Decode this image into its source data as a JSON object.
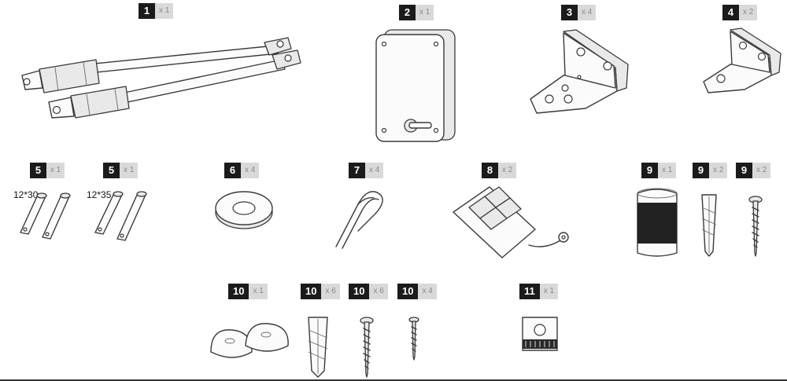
{
  "parts": [
    {
      "num": "1",
      "qty": "x 1",
      "name": "actuator arms"
    },
    {
      "num": "2",
      "qty": "x 1",
      "name": "control box"
    },
    {
      "num": "3",
      "qty": "x 4",
      "name": "large bracket"
    },
    {
      "num": "4",
      "qty": "x 2",
      "name": "small bracket"
    },
    {
      "num": "5",
      "qty": "x 1",
      "dimension": "12*30"
    },
    {
      "num": "5",
      "qty": "x 1",
      "dimension": "12*35"
    },
    {
      "num": "6",
      "qty": "x 4",
      "name": "washer"
    },
    {
      "num": "7",
      "qty": "x 4",
      "name": "hairpin clip"
    },
    {
      "num": "8",
      "qty": "x 2",
      "name": "remote control"
    },
    {
      "num": "9",
      "qty": "x 1",
      "name": "warning lamp"
    },
    {
      "num": "9",
      "qty": "x 2",
      "name": "wall plug"
    },
    {
      "num": "9",
      "qty": "x 2",
      "name": "screw"
    },
    {
      "num": "10",
      "qty": "x 1",
      "name": "stoppers"
    },
    {
      "num": "10",
      "qty": "x 6",
      "name": "wall plug"
    },
    {
      "num": "10",
      "qty": "x 6",
      "name": "screw"
    },
    {
      "num": "10",
      "qty": "x 4",
      "name": "small screw"
    },
    {
      "num": "11",
      "qty": "x 1",
      "name": "receiver module"
    }
  ]
}
